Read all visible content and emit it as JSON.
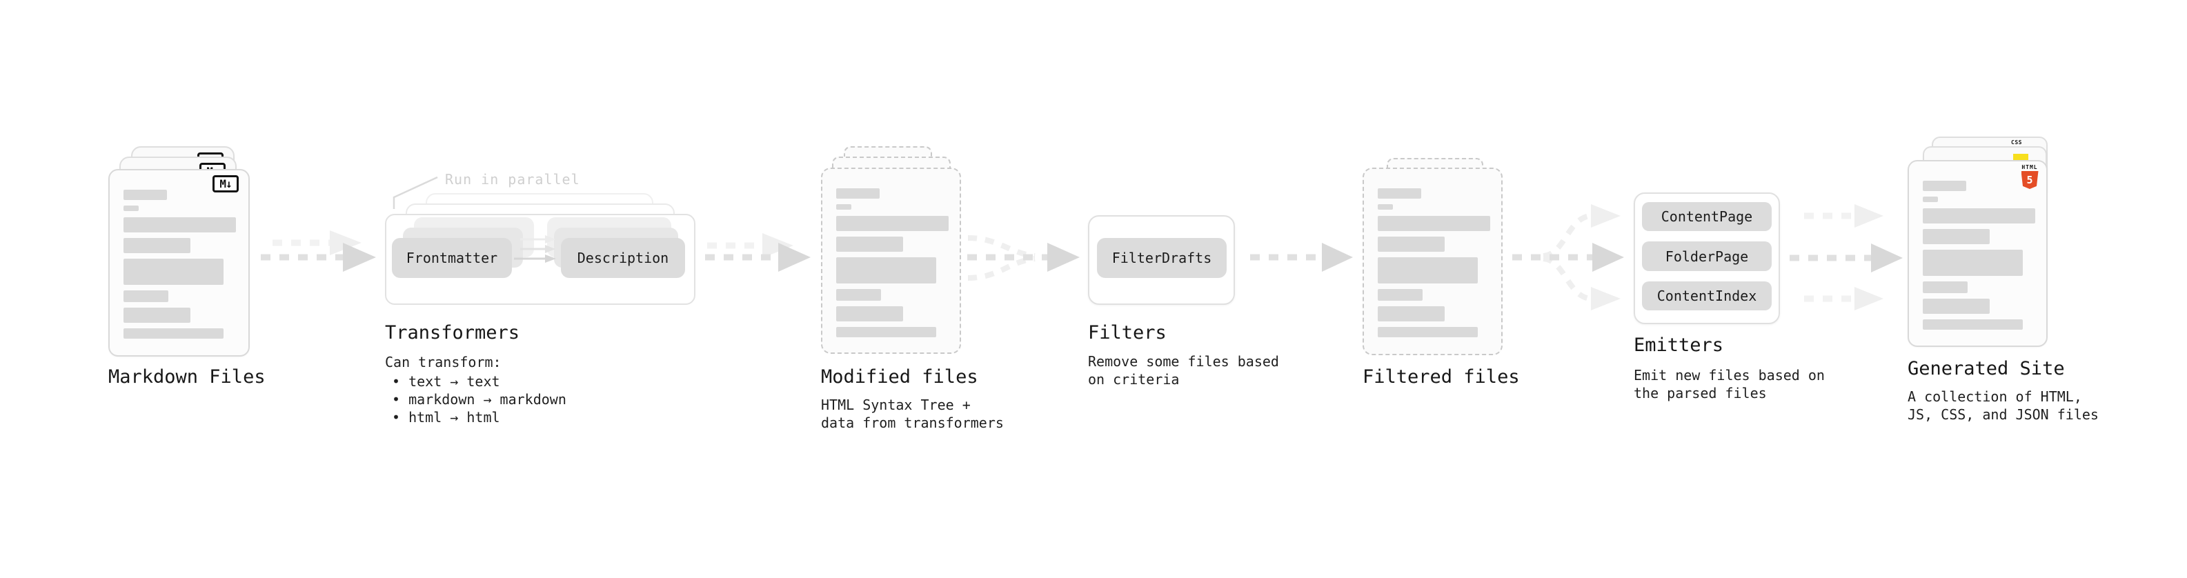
{
  "colors": {
    "accent_html5_orange": "#e44d26",
    "accent_js_yellow": "#f7df1e",
    "accent_css_blue": "#2965f1",
    "arrow_gray": "#e0e0e0",
    "pill_gray": "#dcdcdc",
    "text_dark": "#1c1c1c",
    "annotation_gray": "#cfcfcf"
  },
  "stages": {
    "markdown_files": {
      "title": "Markdown Files",
      "icon_label": "M↓"
    },
    "transformers": {
      "title": "Transformers",
      "annotation": "Run in parallel",
      "pills": [
        "Frontmatter",
        "Description"
      ],
      "description_heading": "Can transform:",
      "bullets": [
        "• text → text",
        "• markdown → markdown",
        "• html → html"
      ]
    },
    "modified_files": {
      "title": "Modified files",
      "description_lines": [
        "HTML Syntax Tree +",
        "data from transformers"
      ]
    },
    "filters": {
      "title": "Filters",
      "pills": [
        "FilterDrafts"
      ],
      "description_lines": [
        "Remove some files based",
        "on criteria"
      ]
    },
    "filtered_files": {
      "title": "Filtered files"
    },
    "emitters": {
      "title": "Emitters",
      "pills": [
        "ContentPage",
        "FolderPage",
        "ContentIndex"
      ],
      "description_lines": [
        "Emit new files based on",
        "the parsed files"
      ]
    },
    "generated_site": {
      "title": "Generated Site",
      "description_lines": [
        "A collection of HTML,",
        "JS, CSS, and JSON files"
      ],
      "css_icon_label": "CSS",
      "html5_icon_label": "HTML",
      "html5_icon_number": "5"
    }
  }
}
